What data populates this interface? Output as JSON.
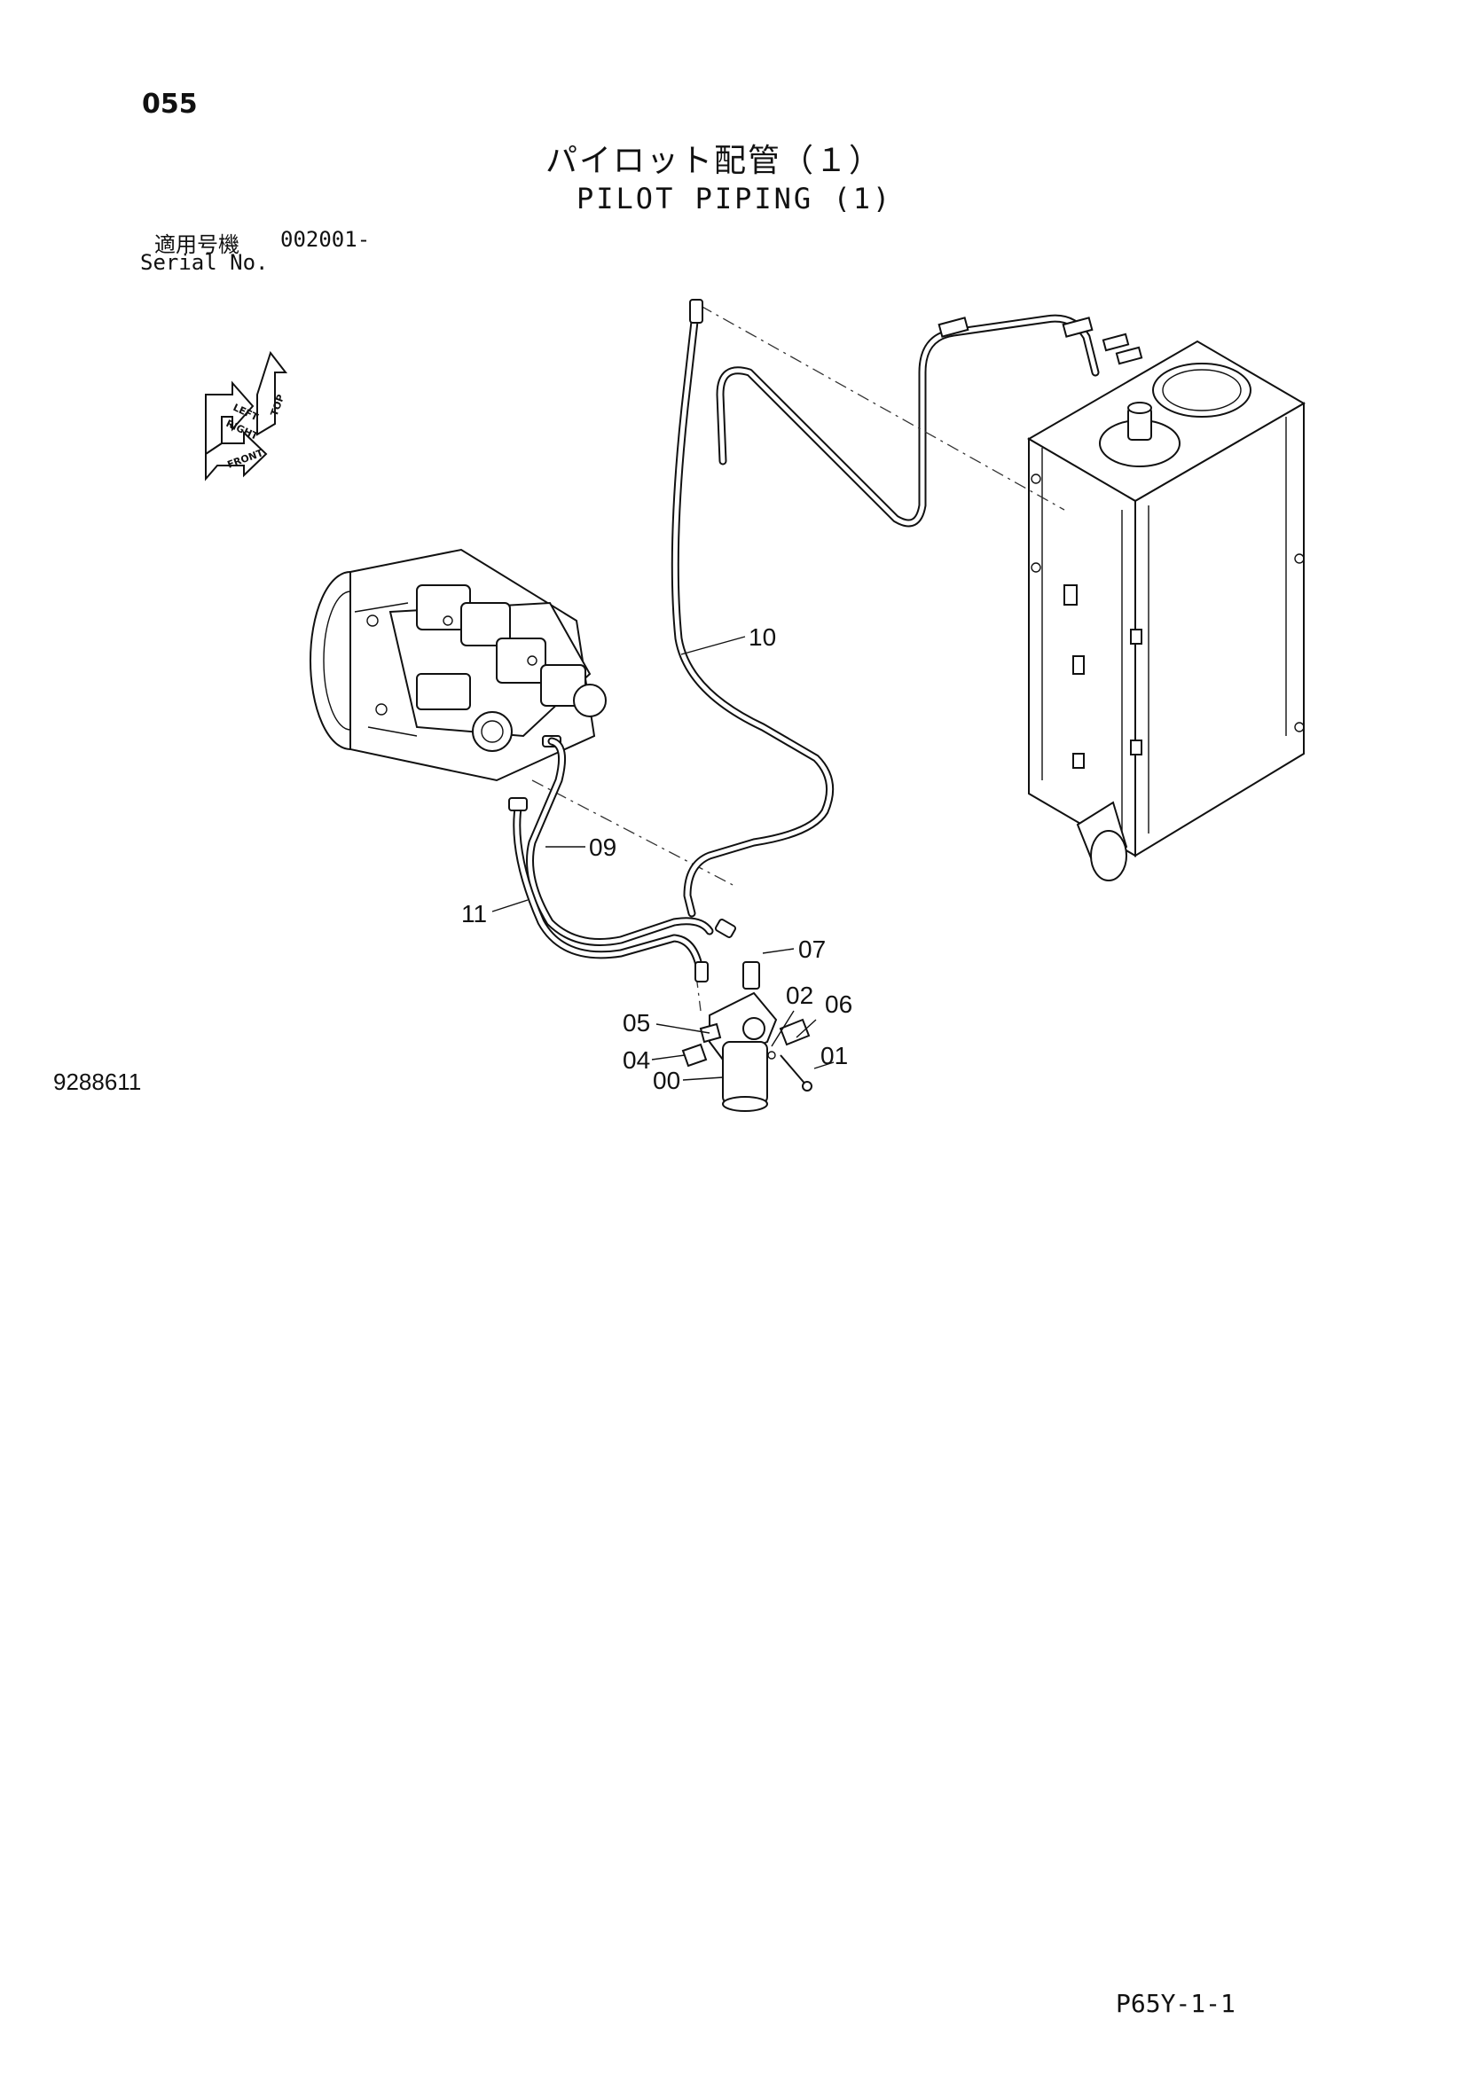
{
  "header": {
    "page_number": "055",
    "title_jp": "パイロット配管（１）",
    "title_en": "PILOT PIPING (1)",
    "serial_label_jp": "適用号機",
    "serial_value": "002001-",
    "serial_label_en": "Serial No."
  },
  "orientation_indicator": {
    "labels": [
      "TOP",
      "LEFT",
      "RIGHT",
      "FRONT"
    ]
  },
  "components": {
    "pump": "hydraulic-pump",
    "tank": "hydraulic-tank",
    "filter": "pilot-filter"
  },
  "callouts": [
    {
      "id": "c10",
      "label": "10"
    },
    {
      "id": "c09",
      "label": "09"
    },
    {
      "id": "c11",
      "label": "11"
    },
    {
      "id": "c07",
      "label": "07"
    },
    {
      "id": "c02",
      "label": "02"
    },
    {
      "id": "c06",
      "label": "06"
    },
    {
      "id": "c05",
      "label": "05"
    },
    {
      "id": "c04",
      "label": "04"
    },
    {
      "id": "c01",
      "label": "01"
    },
    {
      "id": "c00",
      "label": "00"
    }
  ],
  "footer": {
    "drawing_number": "9288611",
    "sheet_code": "P65Y-1-1"
  }
}
